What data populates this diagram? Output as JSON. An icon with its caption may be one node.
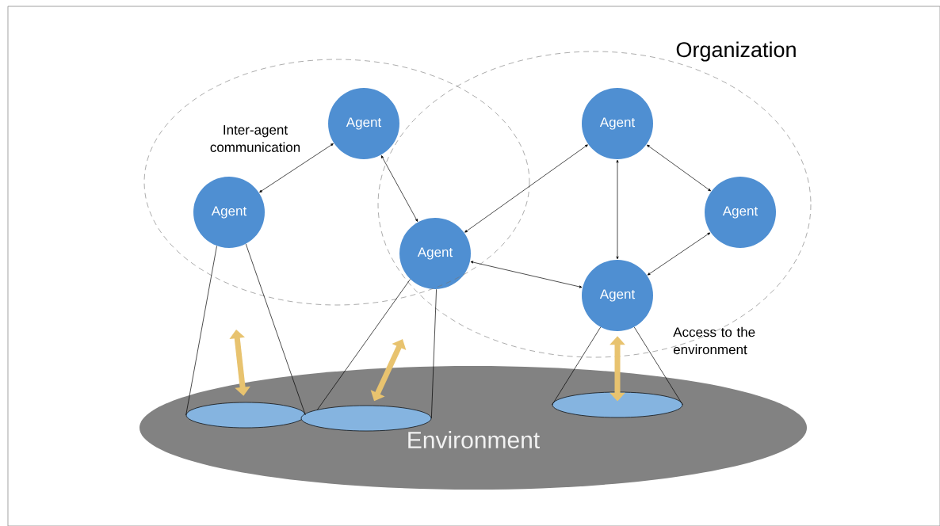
{
  "diagram": {
    "nodes": [
      {
        "text": [
          "Environment"
        ]
      },
      {
        "text": [
          "Agent"
        ]
      },
      {
        "text": [
          "Agent"
        ]
      },
      {
        "text": [
          "Agent"
        ]
      },
      {
        "text": [
          "Agent"
        ]
      },
      {
        "text": [
          "Agent"
        ]
      },
      {
        "text": [
          "Agent"
        ]
      },
      {
        "text": [],
        "shape": "ellipse",
        "in": 0
      },
      {
        "text": [],
        "shape": "ellipse",
        "in": 0
      },
      {
        "text": [],
        "shape": "ellipse",
        "in": 0
      }
    ],
    "edges": [
      {
        "from": 1,
        "to": 2,
        "arrow": "both"
      },
      {
        "from": 1,
        "to": 3,
        "arrow": "both"
      },
      {
        "from": 4,
        "to": 3,
        "arrow": "both"
      },
      {
        "from": 4,
        "to": 6,
        "arrow": "both"
      },
      {
        "from": 4,
        "to": 5,
        "arrow": "both"
      },
      {
        "from": 5,
        "to": 6,
        "arrow": "both"
      },
      {
        "from": 3,
        "to": 6,
        "arrow": "both"
      },
      {
        "from": 2,
        "to": 7,
        "arrow": "none"
      },
      {
        "from": 2,
        "to": 7,
        "arrow": "none"
      },
      {
        "from": 3,
        "to": 8,
        "arrow": "none"
      },
      {
        "from": 3,
        "to": 8,
        "arrow": "none"
      },
      {
        "from": 6,
        "to": 9,
        "arrow": "none"
      },
      {
        "from": 6,
        "to": 9,
        "arrow": "none"
      },
      {
        "from": null,
        "to": 7,
        "arrow": "both",
        "style": "thick",
        "color": "#e8c36f"
      },
      {
        "from": null,
        "to": 8,
        "arrow": "both",
        "style": "thick",
        "color": "#e8c36f"
      },
      {
        "from": 6,
        "to": 9,
        "arrow": "both",
        "style": "thick",
        "color": "#e8c36f"
      }
    ],
    "labels": [
      "Organization",
      "Inter-agent communication",
      "Access to the environment"
    ]
  }
}
